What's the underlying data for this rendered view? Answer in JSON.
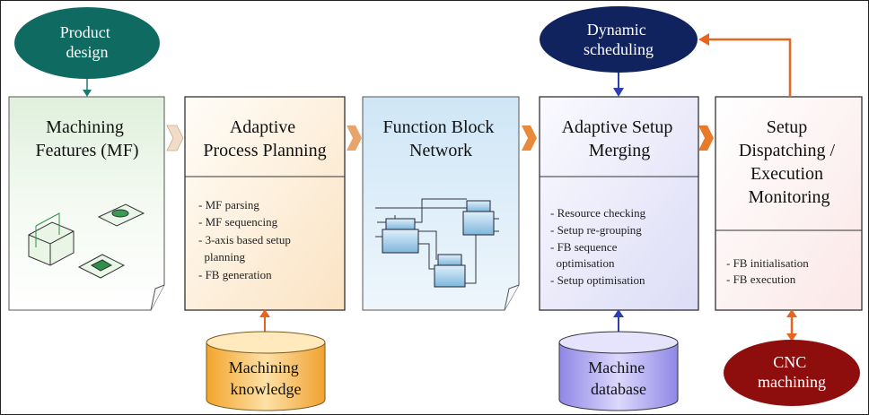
{
  "stages": [
    {
      "id": "mf",
      "title_lines": [
        "Machining",
        "Features (MF)"
      ],
      "items": []
    },
    {
      "id": "app",
      "title_lines": [
        "Adaptive",
        "Process Planning"
      ],
      "items": [
        "- MF parsing",
        "- MF sequencing",
        "- 3-axis based setup",
        "  planning",
        "- FB generation"
      ]
    },
    {
      "id": "fbn",
      "title_lines": [
        "Function Block",
        "Network"
      ],
      "items": []
    },
    {
      "id": "asm",
      "title_lines": [
        "Adaptive Setup",
        "Merging"
      ],
      "items": [
        "- Resource checking",
        "- Setup re-grouping",
        "- FB sequence",
        "  optimisation",
        "- Setup optimisation"
      ]
    },
    {
      "id": "sdm",
      "title_lines": [
        "Setup",
        "Dispatching /",
        "Execution",
        "Monitoring"
      ],
      "items": [
        "- FB initialisation",
        "- FB execution"
      ]
    }
  ],
  "ovals": {
    "product_design": [
      "Product",
      "design"
    ],
    "dynamic_scheduling": [
      "Dynamic",
      "scheduling"
    ],
    "cnc_machining": [
      "CNC",
      "machining"
    ]
  },
  "databases": {
    "machining_knowledge": [
      "Machining",
      "knowledge"
    ],
    "machine_database": [
      "Machine",
      "database"
    ]
  },
  "colors": {
    "teal": "#0f6b62",
    "navy": "#11235f",
    "darkred": "#8e0e0e",
    "orange_arrow": "#e8651f",
    "blue_arrow": "#2b3fb0",
    "chevron": "#e3a06a"
  }
}
